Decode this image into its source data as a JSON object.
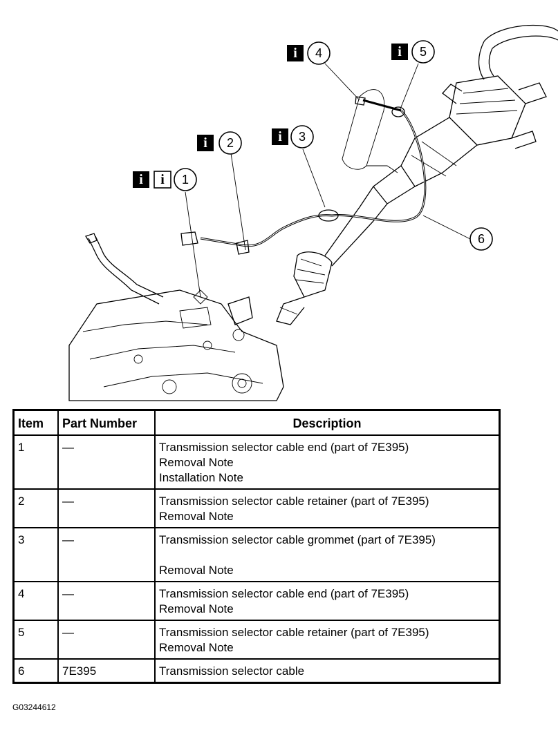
{
  "figure": {
    "callouts": [
      {
        "number": "1",
        "info_icons": 2
      },
      {
        "number": "2",
        "info_icons": 1
      },
      {
        "number": "3",
        "info_icons": 1
      },
      {
        "number": "4",
        "info_icons": 1
      },
      {
        "number": "5",
        "info_icons": 1
      },
      {
        "number": "6",
        "info_icons": 0
      }
    ],
    "info_icon_glyph": "i",
    "figure_id": "G03244612"
  },
  "table": {
    "headers": {
      "item": "Item",
      "part_number": "Part Number",
      "description": "Description"
    },
    "rows": [
      {
        "item": "1",
        "part_number": "—",
        "description": "Transmission selector cable end (part of 7E395)",
        "notes": [
          "Removal Note",
          "Installation Note"
        ]
      },
      {
        "item": "2",
        "part_number": "—",
        "description": "Transmission selector cable retainer (part of 7E395)",
        "notes": [
          "Removal Note"
        ]
      },
      {
        "item": "3",
        "part_number": "—",
        "description": "Transmission selector cable grommet (part of 7E395)",
        "notes": [
          "Removal Note"
        ]
      },
      {
        "item": "4",
        "part_number": "—",
        "description": "Transmission selector cable end (part of 7E395)",
        "notes": [
          "Removal Note"
        ]
      },
      {
        "item": "5",
        "part_number": "—",
        "description": "Transmission selector cable retainer (part of 7E395)",
        "notes": [
          "Removal Note"
        ]
      },
      {
        "item": "6",
        "part_number": "7E395",
        "description": "Transmission selector cable",
        "notes": []
      }
    ]
  }
}
